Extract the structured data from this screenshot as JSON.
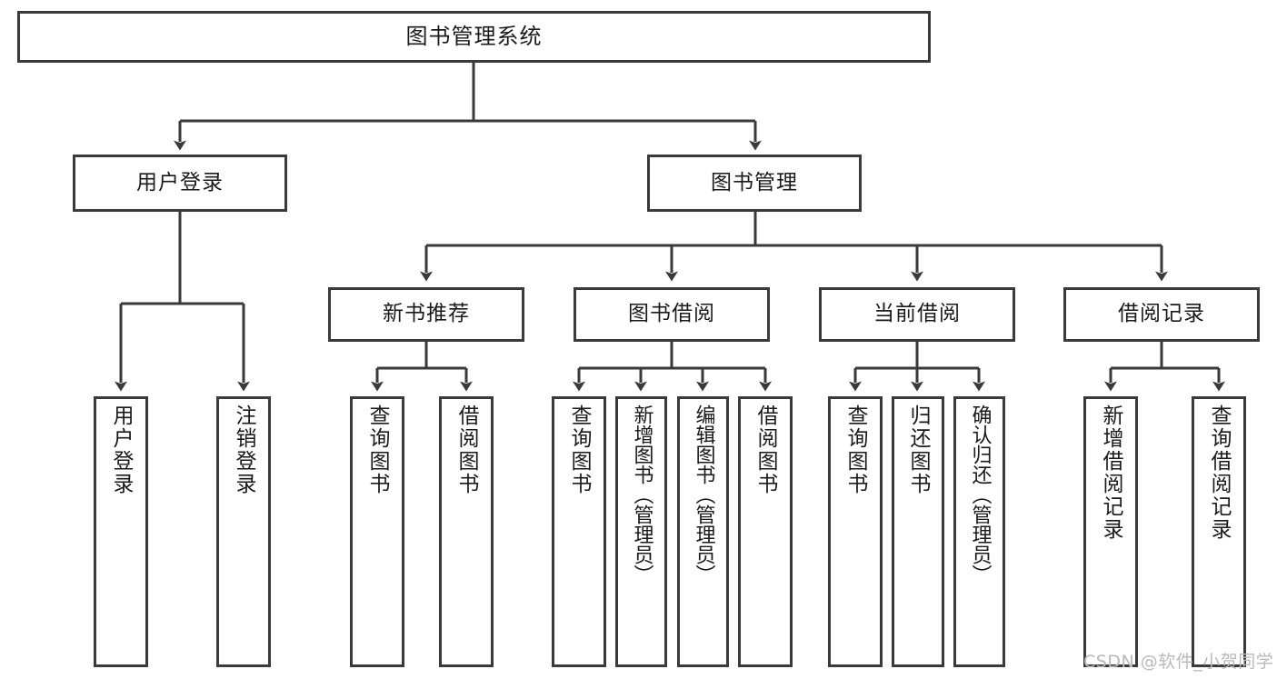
{
  "diagram": {
    "title": "图书管理系统",
    "type": "hierarchy-tree",
    "watermark": "CSDN @软件_小贺同学",
    "colors": {
      "box_border": "#3a3a3a",
      "box_fill": "#ffffff",
      "connector": "#3a3a3a",
      "text": "#1a1a1a",
      "watermark": "#b9b9b9",
      "background": "#ffffff"
    },
    "nodes": {
      "root": {
        "label": "图书管理系统"
      },
      "level2": [
        {
          "id": "user-login",
          "label": "用户登录"
        },
        {
          "id": "book-manage",
          "label": "图书管理"
        }
      ],
      "level3": [
        {
          "id": "new-book-recommend",
          "label": "新书推荐"
        },
        {
          "id": "book-borrow",
          "label": "图书借阅"
        },
        {
          "id": "current-borrow",
          "label": "当前借阅"
        },
        {
          "id": "borrow-record",
          "label": "借阅记录"
        }
      ],
      "leaves": [
        {
          "id": "leaf-user-login",
          "label": "用户登录",
          "parent": "user-login"
        },
        {
          "id": "leaf-user-logout",
          "label": "注销登录",
          "parent": "user-login"
        },
        {
          "id": "leaf-query-book-1",
          "label": "查询图书",
          "parent": "new-book-recommend"
        },
        {
          "id": "leaf-borrow-book-1",
          "label": "借阅图书",
          "parent": "new-book-recommend"
        },
        {
          "id": "leaf-query-book-2",
          "label": "查询图书",
          "parent": "book-borrow"
        },
        {
          "id": "leaf-add-book",
          "label": "新增图书（管理员）",
          "parent": "book-borrow"
        },
        {
          "id": "leaf-edit-book",
          "label": "编辑图书（管理员）",
          "parent": "book-borrow"
        },
        {
          "id": "leaf-borrow-book-2",
          "label": "借阅图书",
          "parent": "book-borrow"
        },
        {
          "id": "leaf-query-book-3",
          "label": "查询图书",
          "parent": "current-borrow"
        },
        {
          "id": "leaf-return-book",
          "label": "归还图书",
          "parent": "current-borrow"
        },
        {
          "id": "leaf-confirm-return",
          "label": "确认归还（管理员）",
          "parent": "current-borrow"
        },
        {
          "id": "leaf-add-record",
          "label": "新增借阅记录",
          "parent": "borrow-record"
        },
        {
          "id": "leaf-query-record",
          "label": "查询借阅记录",
          "parent": "borrow-record"
        }
      ]
    }
  }
}
